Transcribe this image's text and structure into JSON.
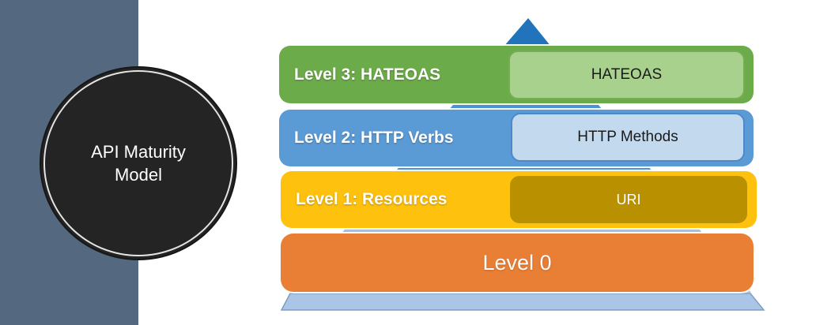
{
  "left_panel": {
    "band_color": "#54687f"
  },
  "badge": {
    "title": "API Maturity Model",
    "fill": "#242424",
    "ring_color": "#ffffff"
  },
  "pyramid": {
    "peak_color": "#2173bc",
    "upper_color": "#4e92d3",
    "lower_color": "#9cc2e6",
    "base_color": "#abc5e7",
    "base_border_color": "#7e9dc2"
  },
  "levels": [
    {
      "label": "Level 3: HATEOAS",
      "tag": "HATEOAS",
      "bar_color": "#6cab49",
      "tag_color": "#a9d18e",
      "tag_border_color": "#74ad53",
      "tag_text_color": "#1a1a1a"
    },
    {
      "label": "Level 2: HTTP Verbs",
      "tag": "HTTP Methods",
      "bar_color": "#5b9bd5",
      "tag_color": "#c3d9ee",
      "tag_border_color": "#4c88ca",
      "tag_text_color": "#1a1a1a"
    },
    {
      "label": "Level 1: Resources",
      "tag": "URI",
      "bar_color": "#fec10d",
      "tag_color": "#b89000",
      "tag_border_color": "#b89000",
      "tag_text_color": "#ffffff"
    },
    {
      "label": "Level 0",
      "bar_color": "#e97e35"
    }
  ]
}
